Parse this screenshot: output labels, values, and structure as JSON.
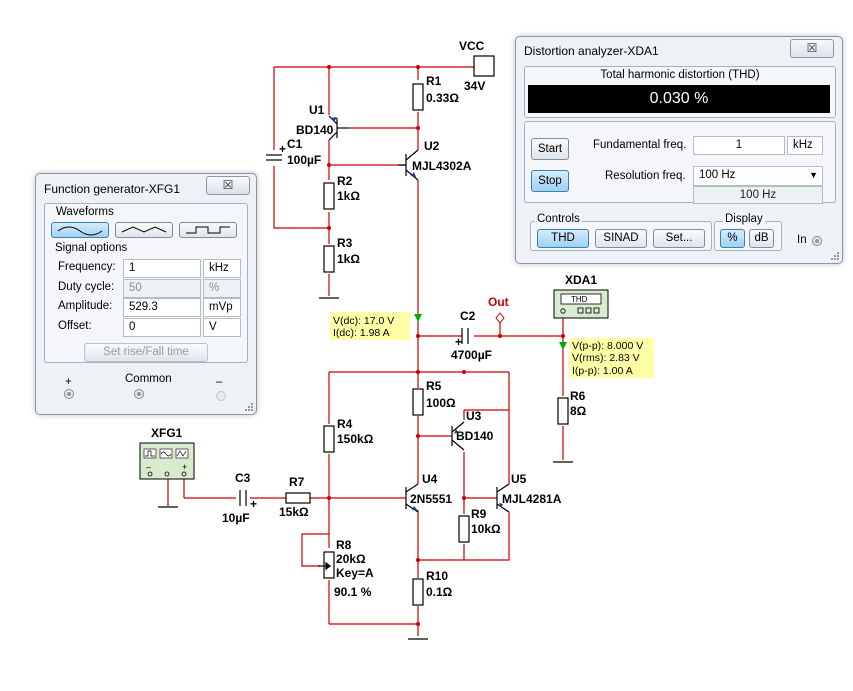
{
  "schematic": {
    "components": {
      "vcc": "VCC",
      "vcc_value": "34V",
      "r1": "R1",
      "r1_value": "0.33Ω",
      "u1": "U1",
      "u1_model": "BD140",
      "u2": "U2",
      "u2_model": "MJL4302A",
      "c1": "C1",
      "c1_value": "100µF",
      "r2": "R2",
      "r2_value": "1kΩ",
      "r3": "R3",
      "r3_value": "1kΩ",
      "c2": "C2",
      "c2_value": "4700µF",
      "out": "Out",
      "xda1": "XDA1",
      "xda1_inner": "THD",
      "r6": "R6",
      "r6_value": "8Ω",
      "r5": "R5",
      "r5_value": "100Ω",
      "u3": "U3",
      "u3_model": "BD140",
      "r4": "R4",
      "r4_value": "150kΩ",
      "xfg1": "XFG1",
      "c3": "C3",
      "c3_value": "10µF",
      "r7": "R7",
      "r7_value": "15kΩ",
      "u4": "U4",
      "u4_model": "2N5551",
      "u5": "U5",
      "u5_model": "MJL4281A",
      "r9": "R9",
      "r9_value": "10kΩ",
      "r8": "R8",
      "r8_value": "20kΩ",
      "r8_key": "Key=A",
      "r8_setting": "90.1 %",
      "r10": "R10",
      "r10_value": "0.1Ω"
    },
    "probe1": {
      "line1": "V(dc): 17.0 V",
      "line2": "I(dc): 1.98 A"
    },
    "probe2": {
      "line1": "V(p-p): 8.000 V",
      "line2": "V(rms): 2.83 V",
      "line3": "I(p-p): 1.00 A"
    },
    "colors": {
      "wire": "#cc0000",
      "component": "#000000",
      "probe_bg": "#ffffa6",
      "probe_arrow": "#00aa00"
    }
  },
  "function_generator": {
    "title": "Function generator-XFG1",
    "close_glyph": "☒",
    "waveforms_label": "Waveforms",
    "waveform_icons": [
      "sine-wave-icon",
      "triangle-wave-icon",
      "square-wave-icon"
    ],
    "signal_options_label": "Signal options",
    "rows": [
      {
        "label": "Frequency:",
        "value": "1",
        "unit": "kHz",
        "disabled": false
      },
      {
        "label": "Duty cycle:",
        "value": "50",
        "unit": "%",
        "disabled": true
      },
      {
        "label": "Amplitude:",
        "value": "529.3",
        "unit": "mVp",
        "disabled": false
      },
      {
        "label": "Offset:",
        "value": "0",
        "unit": "V",
        "disabled": false
      }
    ],
    "rise_fall_button": "Set rise/Fall time",
    "terminal_plus": "+",
    "terminal_common": "Common",
    "terminal_minus": "–"
  },
  "distortion_analyzer": {
    "title": "Distortion analyzer-XDA1",
    "close_glyph": "☒",
    "thd_header": "Total harmonic distortion (THD)",
    "thd_value": "0.030 %",
    "start_button": "Start",
    "stop_button": "Stop",
    "fundamental_label": "Fundamental freq.",
    "fundamental_value": "1",
    "fundamental_unit": "kHz",
    "resolution_label": "Resolution freq.",
    "resolution_value": "100 Hz",
    "resolution_readout": "100 Hz",
    "controls_label": "Controls",
    "thd_button": "THD",
    "sinad_button": "SINAD",
    "set_button": "Set...",
    "display_label": "Display",
    "percent_button": "%",
    "db_button": "dB",
    "in_label": "In"
  }
}
